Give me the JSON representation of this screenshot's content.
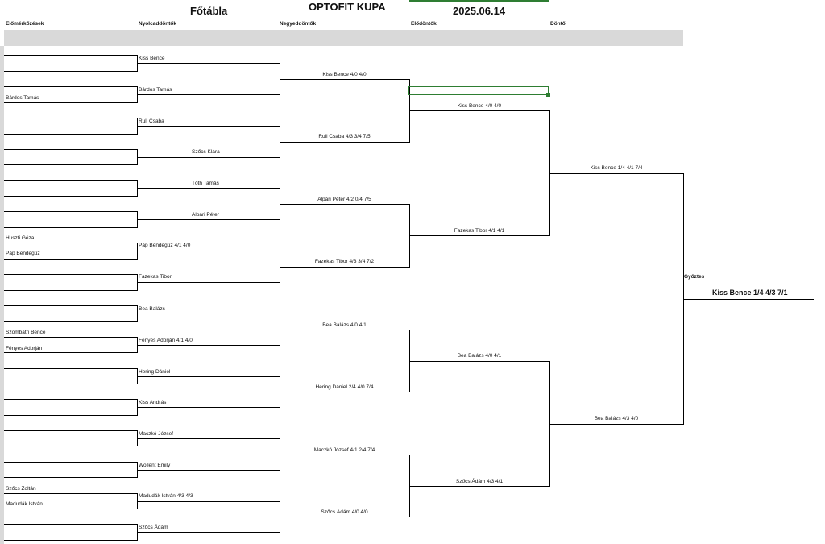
{
  "header": {
    "main_draw": "Főtábla",
    "cup": "OPTOFIT KUPA",
    "date": "2025.06.14"
  },
  "columns": {
    "prelim": "Előmérkőzések",
    "r16": "Nyolcaddöntők",
    "qf": "Negyeddöntők",
    "sf": "Elődöntők",
    "final": "Döntő"
  },
  "prelims": {
    "p1": "Bárdos Tamás",
    "p2a": "Huszti Géza",
    "p2b": "Pap Bendegúz",
    "p3a": "Szombatri Bence",
    "p3b": "Fényes Adorján",
    "p4a": "Szőcs Zoltán",
    "p4b": "Madudák István"
  },
  "r16": [
    "Kiss Bence",
    "Bárdos Tamás",
    "Rull Csaba",
    "Szőcs Klára",
    "Tóth Tamás",
    "Alpári Péter",
    "Pap Bendegúz 4/1 4/0",
    "Fazekas Tibor",
    "Bea Balázs",
    "Fényes Adorján 4/1 4/0",
    "Hering Dániel",
    "Kiss András",
    "Maczkó József",
    "Wollent Emily",
    "Madudák István 4/3 4/3",
    "Szőcs Ádám"
  ],
  "qf": [
    "Kiss Bence 4/0 4/0",
    "Rull Csaba 4/3 3/4 7/5",
    "Alpári Péter 4/2 0/4 7/5",
    "Fazekas Tibor 4/3 3/4 7/2",
    "Bea Balázs 4/0 4/1",
    "Hering Dániel 2/4 4/0 7/4",
    "Maczkó József 4/1 2/4 7/4",
    "Szőcs Ádám 4/0 4/0"
  ],
  "sf": [
    "Kiss Bence 4/0 4/0",
    "Fazekas Tibor 4/1 4/1",
    "Bea Balázs  4/0 4/1",
    "Szőcs Ádám 4/3 4/1"
  ],
  "final": [
    "Kiss Bence 1/4 4/1 7/4",
    "Bea Balázs 4/3 4/0"
  ],
  "winner": {
    "label": "Győztes",
    "value": "Kiss Bence 1/4 4/3 7/1"
  },
  "colors": {
    "line": "#000000",
    "header_band": "#d9d9d9",
    "selection": "#2e7d32"
  }
}
